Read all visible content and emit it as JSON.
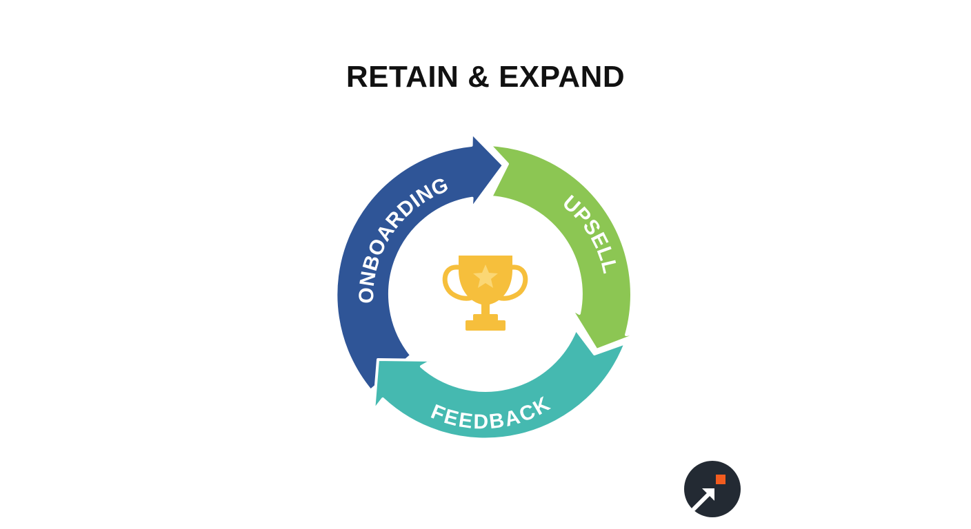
{
  "title": "RETAIN & EXPAND",
  "cycle": {
    "center_icon": "trophy-icon",
    "segments": [
      {
        "label": "ONBOARDING",
        "color": "#2f5597"
      },
      {
        "label": "UPSELL",
        "color": "#8cc653"
      },
      {
        "label": "FEEDBACK",
        "color": "#45b9b0"
      }
    ],
    "trophy_color": "#f6bf3c",
    "trophy_star_color": "#fbd774"
  },
  "logo": {
    "icon": "arrow-up-right-icon",
    "background": "#232a33",
    "accent": "#f25c1f"
  }
}
